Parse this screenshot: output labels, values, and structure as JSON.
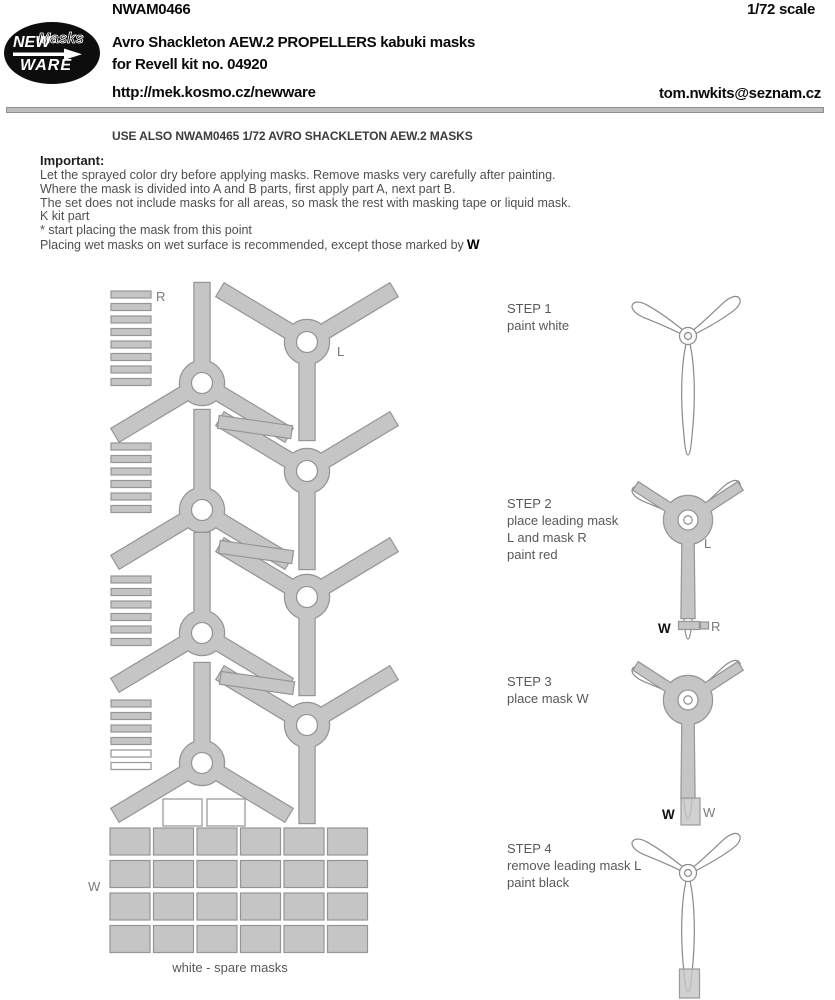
{
  "header": {
    "product_code": "NWAM0466",
    "scale": "1/72 scale",
    "title_line1": "Avro Shackleton AEW.2 PROPELLERS kabuki masks",
    "title_line2": "for Revell kit no. 04920",
    "website": "http://mek.kosmo.cz/newware",
    "email": "tom.nwkits@seznam.cz",
    "logo": {
      "line1": "NEW",
      "line2": "Masks",
      "line3": "WARE"
    }
  },
  "notice": "USE ALSO NWAM0465 1/72 AVRO SHACKLETON AEW.2  MASKS",
  "important": {
    "heading": "Important:",
    "lines": [
      "Let the sprayed color dry before applying masks. Remove masks very carefully after painting.",
      "Where the mask is divided into A and B parts, first apply part A, next part B.",
      "The set does not include masks for all areas, so mask the rest with masking tape or liquid mask.",
      "K kit part",
      "*  start placing the mask from this point"
    ],
    "wet_line_text": "Placing wet masks on wet surface is recommended, except those marked by",
    "wet_line_mark": "W"
  },
  "sheet": {
    "labels": {
      "r": "R",
      "l": "L",
      "w": "W"
    },
    "caption": "white - spare masks"
  },
  "steps": [
    {
      "title": "STEP 1",
      "lines": [
        "paint white"
      ]
    },
    {
      "title": "STEP 2",
      "lines": [
        "place leading mask",
        "L and mask R",
        "paint red"
      ],
      "labels": {
        "l": "L",
        "w": "W",
        "r": "R"
      }
    },
    {
      "title": "STEP 3",
      "lines": [
        "place mask W"
      ],
      "labels": {
        "w_bold": "W",
        "w": "W"
      }
    },
    {
      "title": "STEP 4",
      "lines": [
        "remove leading mask L",
        "paint black"
      ]
    }
  ],
  "colors": {
    "ink": "#000000",
    "body_text": "#4f4f4f",
    "mask_gray": "#c5c5c5",
    "mask_outline": "#959595",
    "figure_outline": "#8a8a8a",
    "label_gray": "#7a7a7a"
  }
}
